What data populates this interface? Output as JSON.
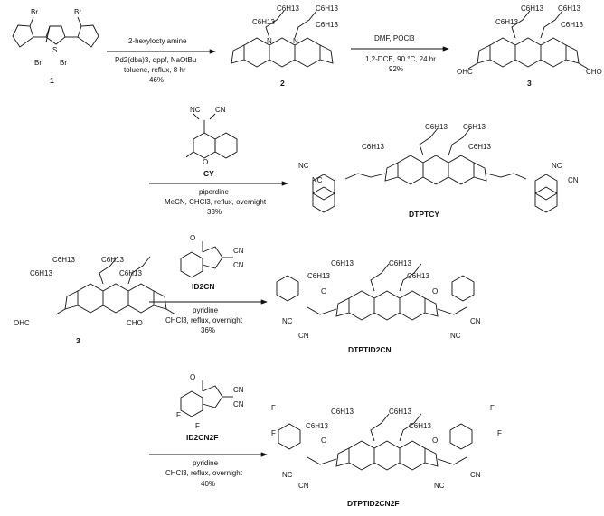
{
  "compounds": {
    "c1": {
      "label": "1",
      "atoms": {
        "br1": "Br",
        "br2": "Br",
        "br3": "Br",
        "br4": "Br",
        "s": "S"
      }
    },
    "c2": {
      "label": "2",
      "alkyl": [
        "C6H13",
        "C6H13",
        "C6H13",
        "C6H13"
      ],
      "n": "N"
    },
    "c3": {
      "label": "3",
      "cho": "CHO",
      "ohc": "OHC"
    },
    "cy": {
      "label": "CY",
      "nc": "NC",
      "cn": "CN",
      "o": "O"
    },
    "dtptcy": {
      "label": "DTPTCY"
    },
    "c3b": {
      "label": "3"
    },
    "id2cn": {
      "label": "ID2CN",
      "o": "O",
      "cn": "CN"
    },
    "dtptid2cn": {
      "label": "DTPTID2CN"
    },
    "id2cn2f": {
      "label": "ID2CN2F",
      "f": "F"
    },
    "dtptid2cn2f": {
      "label": "DTPTID2CN2F"
    }
  },
  "steps": {
    "s1": {
      "above": "2-hexylocty amine",
      "below1": "Pd2(dba)3, dppf, NaOtBu",
      "below2": "toluene, reflux, 8 hr",
      "below3": "46%"
    },
    "s2": {
      "above": "DMF, POCl3",
      "below1": "1,2-DCE, 90 °C, 24 hr",
      "below2": "92%"
    },
    "s3": {
      "below1": "piperdine",
      "below2": "MeCN, CHCl3, reflux, overnight",
      "below3": "33%"
    },
    "s4": {
      "below1": "pyridine",
      "below2": "CHCl3, reflux, overnight",
      "below3": "36%"
    },
    "s5": {
      "below1": "pyridine",
      "below2": "CHCl3, reflux, overnight",
      "below3": "40%"
    }
  }
}
